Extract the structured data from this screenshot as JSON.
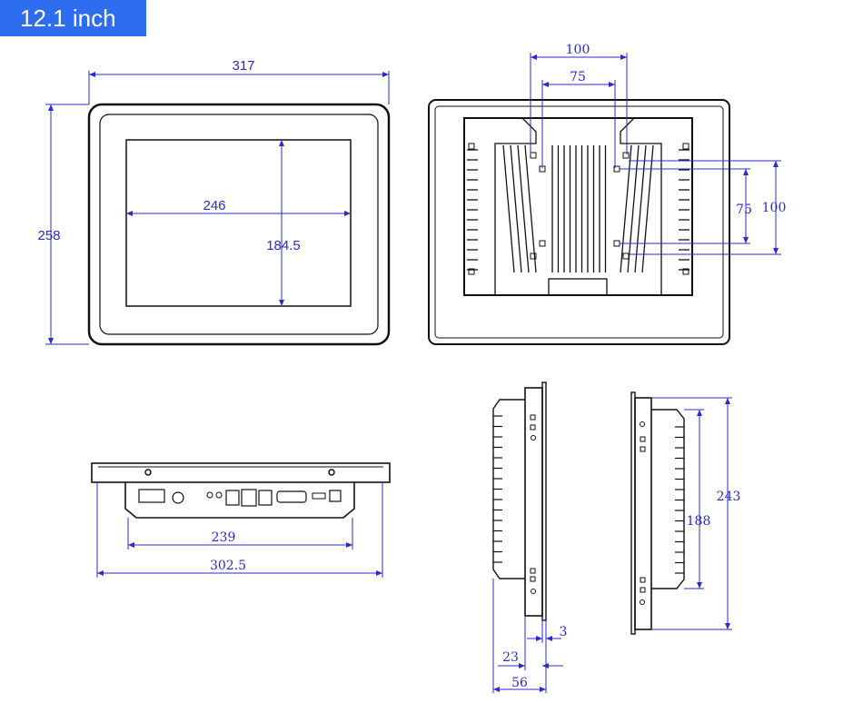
{
  "title": "12.1 inch",
  "front": {
    "width": "317",
    "height": "258",
    "screen_width": "246",
    "screen_height": "184.5"
  },
  "back": {
    "vesa_outer_h": "100",
    "vesa_inner_h": "75",
    "vesa_inner_v": "75",
    "vesa_outer_v": "100"
  },
  "bottom": {
    "inner_width": "239",
    "outer_width": "302.5"
  },
  "side": {
    "bezel": "3",
    "body": "23",
    "depth": "56",
    "bracket_span": "188",
    "height": "243"
  },
  "colors": {
    "badge": "#2f6df0",
    "dimension": "#2a2ad0",
    "outline": "#111111"
  }
}
